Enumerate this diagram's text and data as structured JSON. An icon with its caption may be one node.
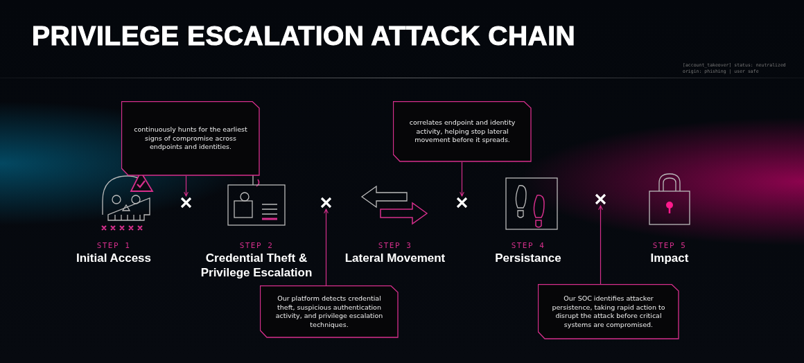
{
  "diagram": {
    "title": "PRIVILEGE ESCALATION ATTACK CHAIN",
    "nodes": [
      {
        "text": [
          "continuously hunts for the earliest signs of compromise across endpoints and identities."
        ]
      },
      {
        "text": [
          "correlates endpoint and identity activity, helping stop lateral movement before it spreads."
        ]
      },
      {
        "text": [],
        "shape": "cross"
      },
      {
        "text": [],
        "shape": "cross"
      },
      {
        "text": [],
        "shape": "cross"
      },
      {
        "text": [],
        "shape": "cross"
      },
      {
        "text": [
          "Our platform detects credential theft, suspicious authentication activity, and privilege escalation techniques."
        ]
      },
      {
        "text": [
          "Our SOC identifies attacker persistence, taking rapid action to disrupt the attack before critical systems are compromised."
        ]
      }
    ],
    "edges": [
      {
        "from": 0,
        "to": 2,
        "arrow": "to"
      },
      {
        "from": 1,
        "to": 4,
        "arrow": "to"
      },
      {
        "from": 6,
        "to": 3,
        "arrow": "to"
      },
      {
        "from": 7,
        "to": 5,
        "arrow": "to"
      }
    ],
    "labels": [
      "[account_takeover] status: neutralized",
      "origin: phishing | user safe",
      "STEP 1",
      "Initial Access",
      "STEP 2",
      "Credential Theft & Privilege Escalation",
      "STEP 3",
      "Lateral Movement",
      "STEP 4",
      "Persistance",
      "STEP 5",
      "Impact"
    ]
  }
}
